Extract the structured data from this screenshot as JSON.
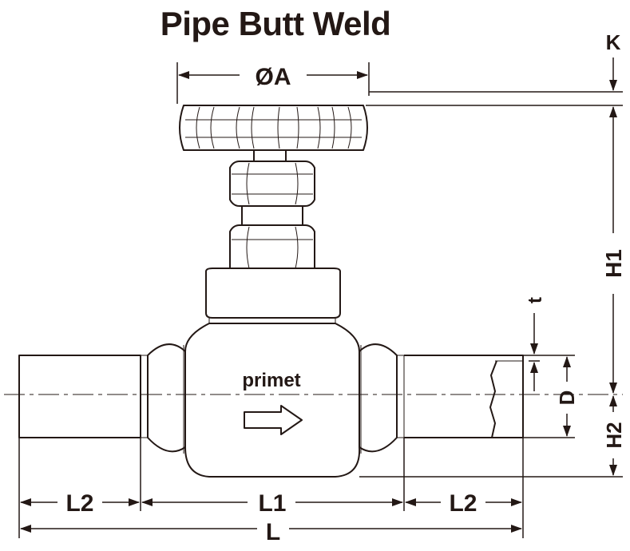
{
  "title": "Pipe Butt Weld",
  "brand": "primet",
  "labels": {
    "diameter_a": "ØA",
    "k": "K",
    "h1": "H1",
    "h2": "H2",
    "t": "t",
    "d": "D",
    "l1": "L1",
    "l2_left": "L2",
    "l2_right": "L2",
    "l": "L"
  },
  "colors": {
    "ink": "#231815",
    "background": "#ffffff"
  }
}
